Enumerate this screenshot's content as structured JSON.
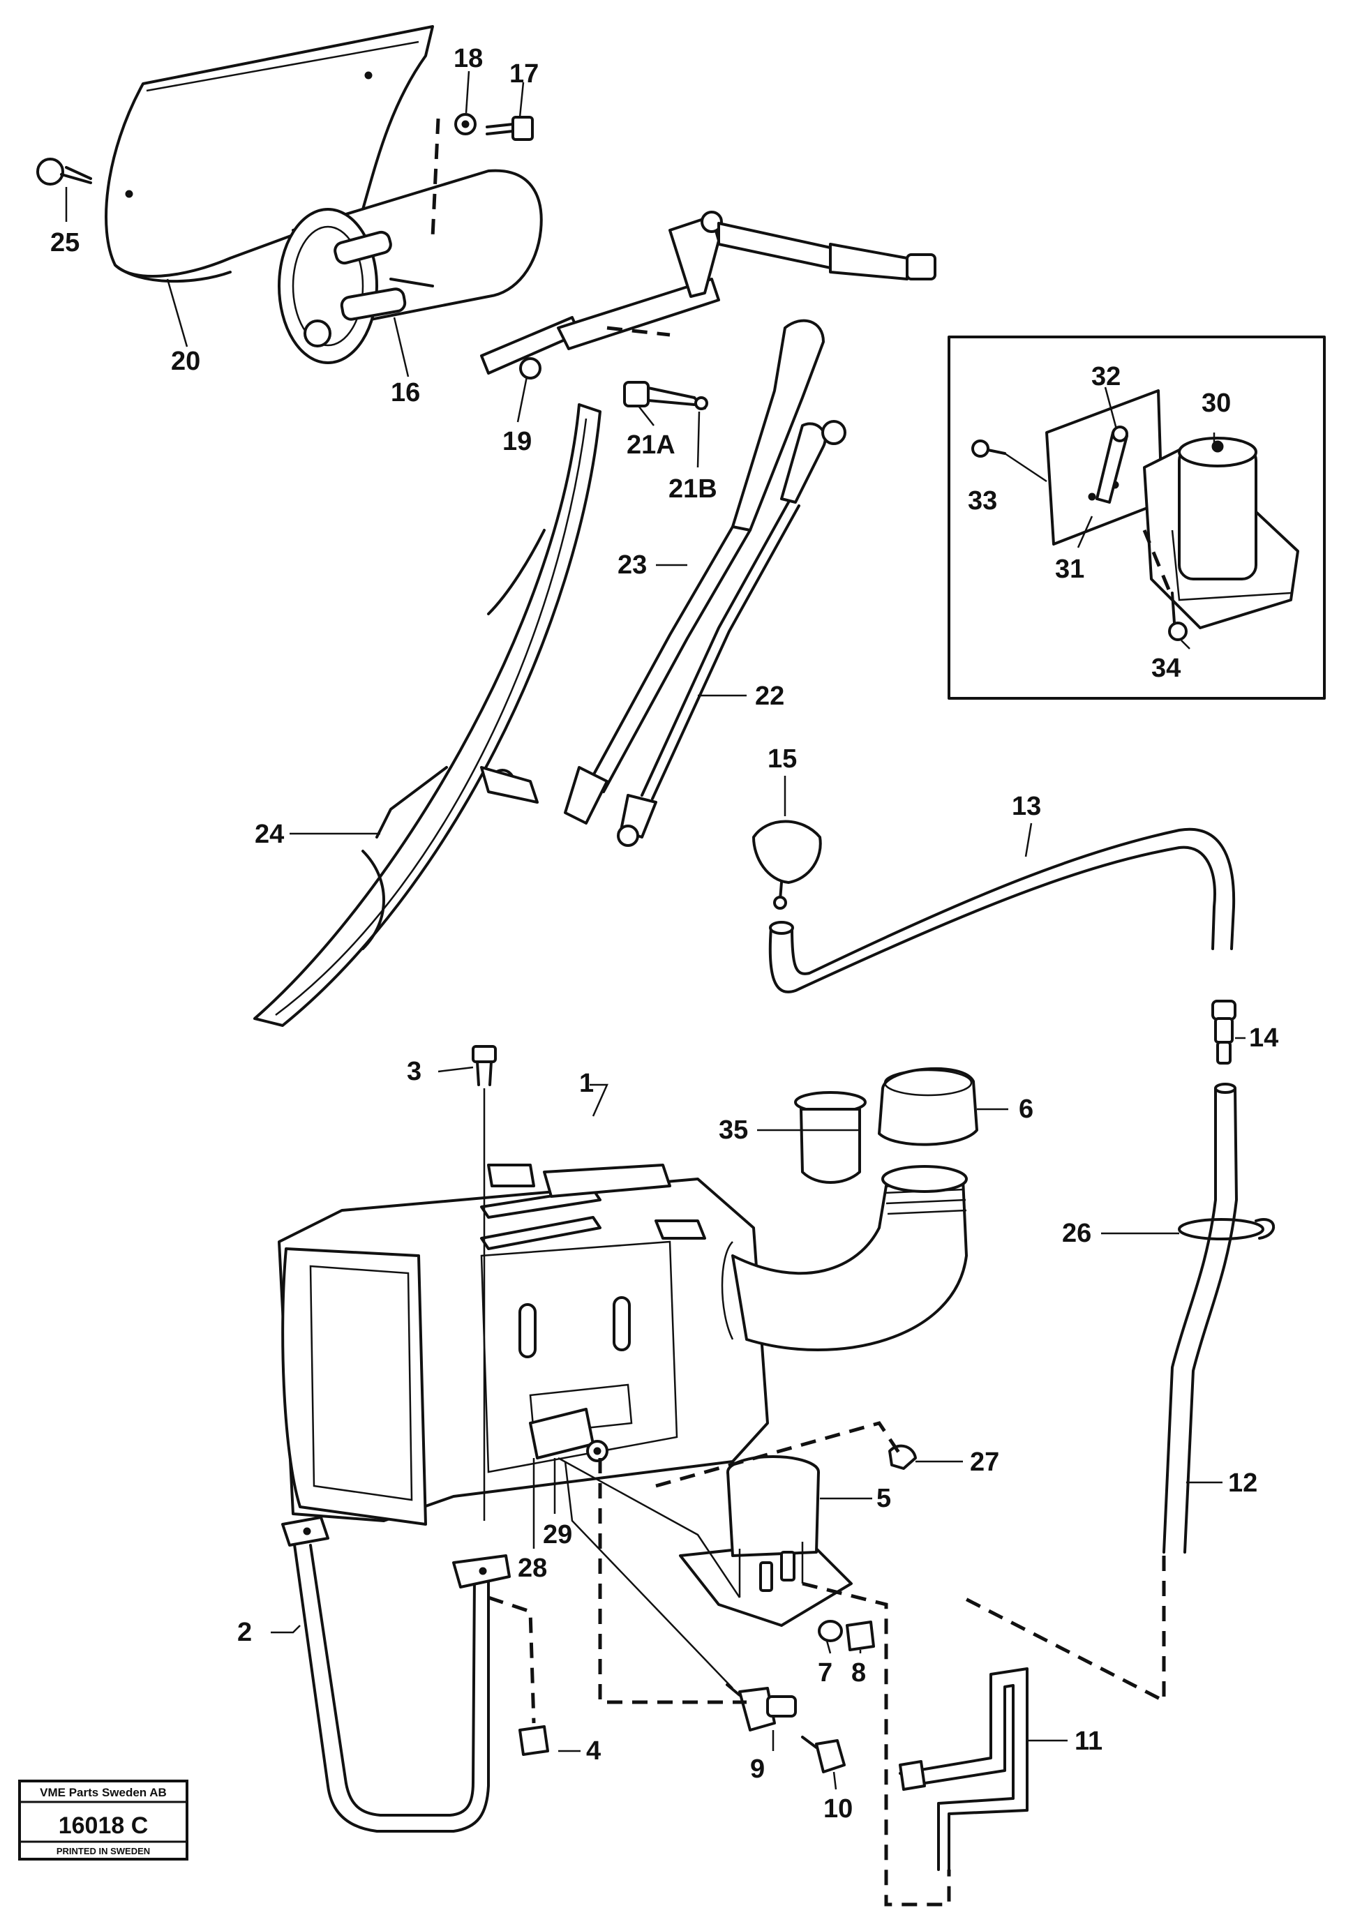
{
  "callouts": {
    "c1": "1",
    "c2": "2",
    "c3": "3",
    "c4": "4",
    "c5": "5",
    "c6": "6",
    "c7": "7",
    "c8": "8",
    "c9": "9",
    "c10": "10",
    "c11": "11",
    "c12": "12",
    "c13": "13",
    "c14": "14",
    "c15": "15",
    "c16": "16",
    "c17": "17",
    "c18": "18",
    "c19": "19",
    "c20": "20",
    "c21a": "21A",
    "c21b": "21B",
    "c22": "22",
    "c23": "23",
    "c24": "24",
    "c25": "25",
    "c26": "26",
    "c27": "27",
    "c28": "28",
    "c29": "29",
    "c30": "30",
    "c31": "31",
    "c32": "32",
    "c33": "33",
    "c34": "34",
    "c35": "35"
  },
  "stamp": {
    "company": "VME Parts Sweden AB",
    "code": "16018 C",
    "printed": "PRINTED IN SWEDEN"
  }
}
